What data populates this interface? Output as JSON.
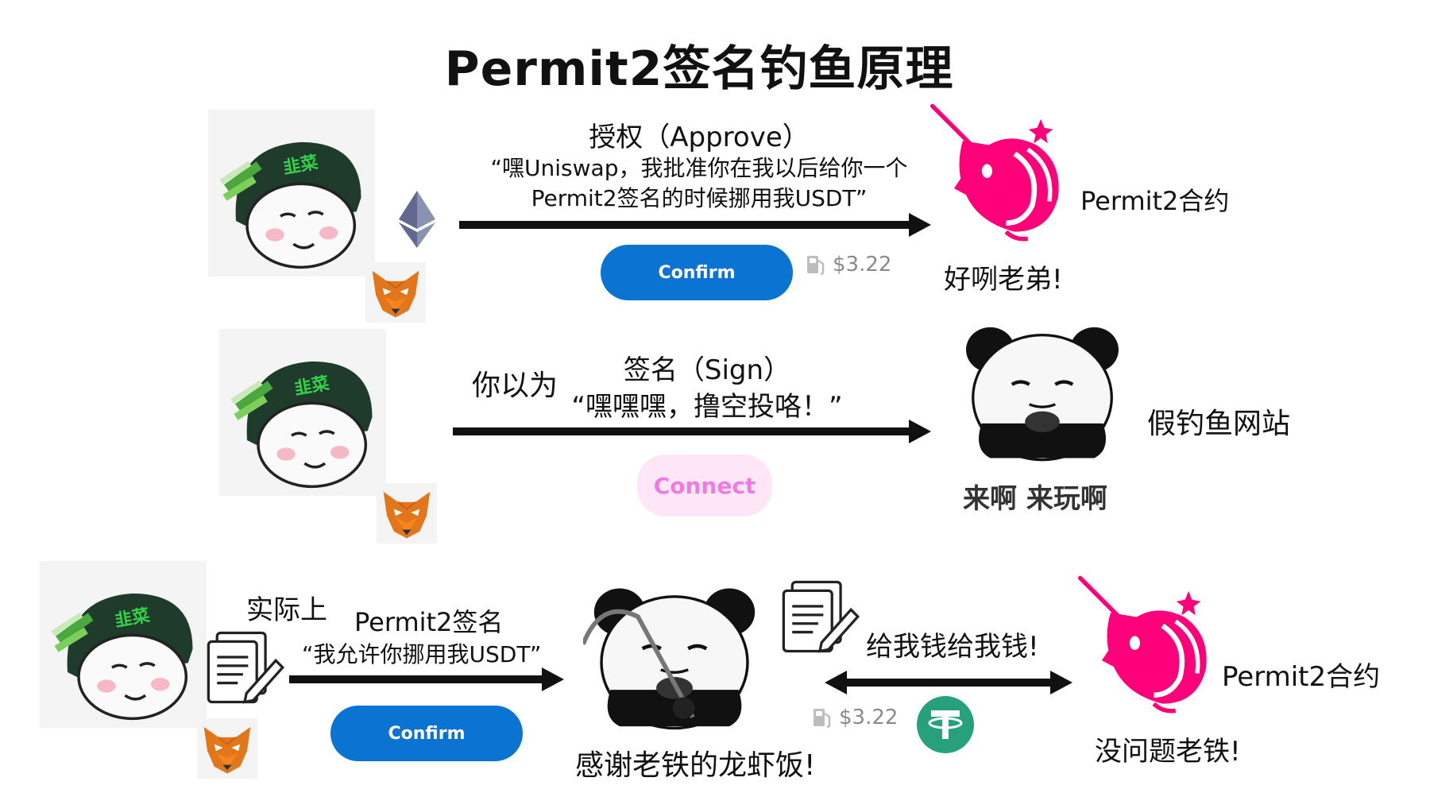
{
  "title": "Permit2签名钓鱼原理",
  "row1": {
    "arrow_title": "授权（Approve）",
    "quote_line1": "“嘿Uniswap，我批准你在我以后给你一个",
    "quote_line2": "Permit2签名的时候挪用我USDT”",
    "button_label": "Confirm",
    "gas_fee": "$3.22",
    "target_label": "Permit2合约",
    "target_reply": "好咧老弟!"
  },
  "row2": {
    "prefix": "你以为",
    "arrow_title": "签名（Sign）",
    "quote": "“嘿嘿嘿，撸空投咯！”",
    "button_label": "Connect",
    "target_label": "假钓鱼网站",
    "target_reply": "来啊  来玩啊"
  },
  "row3": {
    "prefix": "实际上",
    "arrow_title": "Permit2签名",
    "quote": "“我允许你挪用我USDT”",
    "button_label": "Confirm",
    "fisher_caption": "感谢老铁的龙虾饭!",
    "demand": "给我钱给我钱!",
    "gas_fee": "$3.22",
    "target_label": "Permit2合约",
    "target_reply": "没问题老铁!"
  },
  "avatar_hat_text": "韭菜",
  "colors": {
    "button_blue": "#0b73d1",
    "connect_bg": "#fde7f7",
    "connect_text": "#f07ae2",
    "uniswap_pink": "#ff007a",
    "tether_green": "#26a17b",
    "metamask_orange": "#e2761b"
  },
  "icons": [
    "ethereum-icon",
    "metamask-fox-icon",
    "uniswap-unicorn-icon",
    "panda-meme",
    "gas-pump-icon",
    "document-pen-icon",
    "tether-icon"
  ]
}
